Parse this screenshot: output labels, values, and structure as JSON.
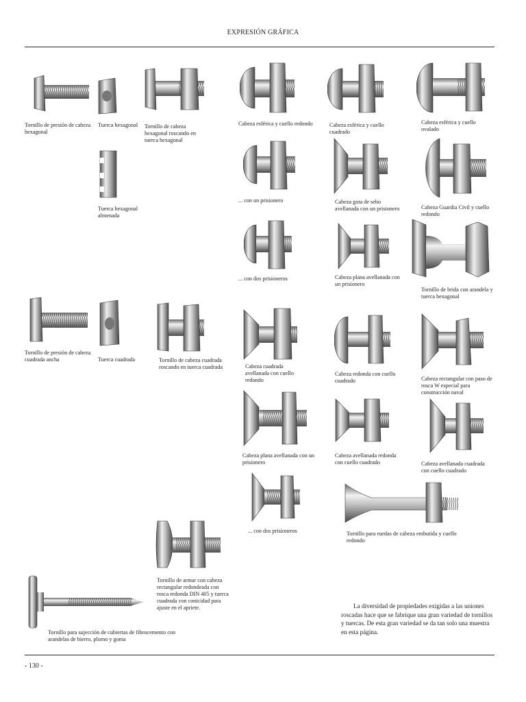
{
  "header": {
    "title": "EXPRESIÓN GRÁFICA"
  },
  "footer": {
    "page_number": "- 130 -"
  },
  "paragraph": "La diversidad de propiedades exigidas a las uniones roscadas hace que se fabrique una gran variedad de tornillos y tuercas. De esta gran variedad se da tan solo una muestra en esta página.",
  "captions": {
    "c1": "Tornillo de presión de cabeza hexagonal",
    "c2": "Tuerca hexagonal",
    "c3": "Tornillo de cabeza hexagonal roscando en tuerca hexagonal",
    "c4": "Cabeza esférica y cuello redondo",
    "c5": "Cabeza esférica y cuello cuadrado",
    "c6": "Cabeza esférica y cuello ovalado",
    "c7": "Tuerca hexagonal almenada",
    "c8": "... con un prisionero",
    "c9": "Cabeza gota de sebo avellanada con un prisionero",
    "c10": "Cabeza Guardia Civil y cuello redondo",
    "c11": "... con dos prisioneros",
    "c12": "Cabeza plana avellanada con un prisionero",
    "c13": "Tornillo de brida con arandela y tuerca hexagonal",
    "c14": "Tornillo de presión de cabeza cuadrada ancha",
    "c15": "Tuerca cuadrada",
    "c16": "Tornillo de cabeza cuadrada roscando en tuerca cuadrada",
    "c17": "Cabeza cuadrada avellanada con cuello redondo",
    "c18": "Cabeza redonda con cuello cuadrado",
    "c19": "Cabeza rectangular con paso de rosca W especial para construcción naval",
    "c20": "Cabeza plana avellanada con un prisionero",
    "c21": "Cabeza avellanada redonda con cuello cuadrado",
    "c22": "Cabeza avellanada cuadrada con cuello cuadrado",
    "c23": "... con dos prisioneros",
    "c24": "Tornillo para ruedas de cabeza embutida y cuello redondo",
    "c25": "Tornillo de armar con cabeza rectangular redondeada con rosca redonda DIN 405 y tuerca cuadrada con conicidad para ajuste en el apriete.",
    "c26": "Tornillo para sujección de cubiertas de fibrocemento con arandelas de hierro, plomo y goma"
  }
}
